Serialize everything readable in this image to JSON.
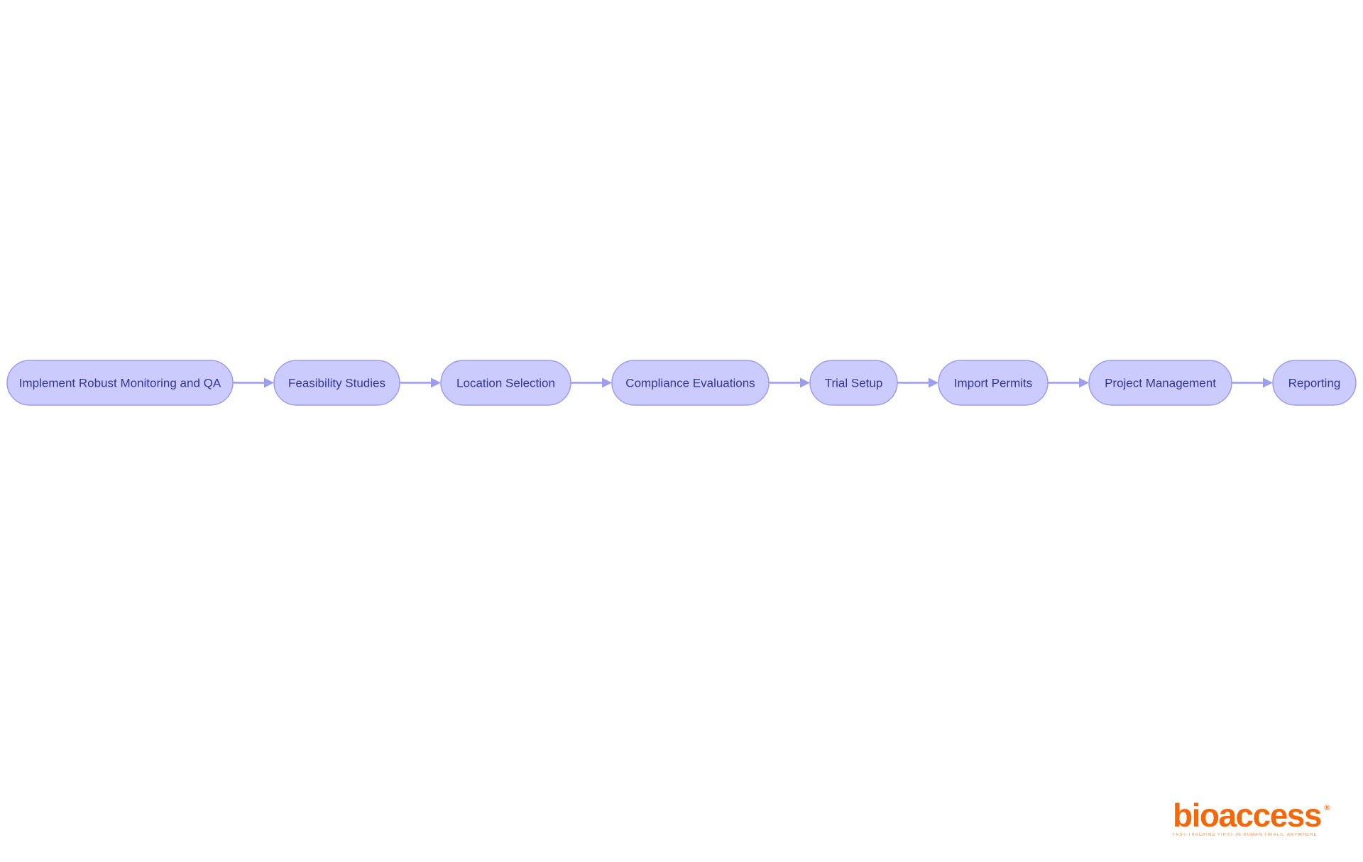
{
  "flow": {
    "nodes": [
      {
        "id": "n1",
        "label": "Implement Robust Monitoring and QA"
      },
      {
        "id": "n2",
        "label": "Feasibility Studies"
      },
      {
        "id": "n3",
        "label": "Location Selection"
      },
      {
        "id": "n4",
        "label": "Compliance Evaluations"
      },
      {
        "id": "n5",
        "label": "Trial Setup"
      },
      {
        "id": "n6",
        "label": "Import Permits"
      },
      {
        "id": "n7",
        "label": "Project Management"
      },
      {
        "id": "n8",
        "label": "Reporting"
      }
    ],
    "edges": [
      {
        "from": "n1",
        "to": "n2"
      },
      {
        "from": "n2",
        "to": "n3"
      },
      {
        "from": "n3",
        "to": "n4"
      },
      {
        "from": "n4",
        "to": "n5"
      },
      {
        "from": "n5",
        "to": "n6"
      },
      {
        "from": "n6",
        "to": "n7"
      },
      {
        "from": "n7",
        "to": "n8"
      }
    ]
  },
  "logo": {
    "brand": "bioaccess",
    "registered": "®",
    "tagline": "FAST-TRACKING FIRST-IN-HUMAN TRIALS, ANYWHERE"
  },
  "colors": {
    "node_fill": "#cbccfd",
    "node_stroke": "#9c9cf0",
    "node_text": "#34349a",
    "edge": "#9c9cf0",
    "logo": "#f2690c"
  }
}
